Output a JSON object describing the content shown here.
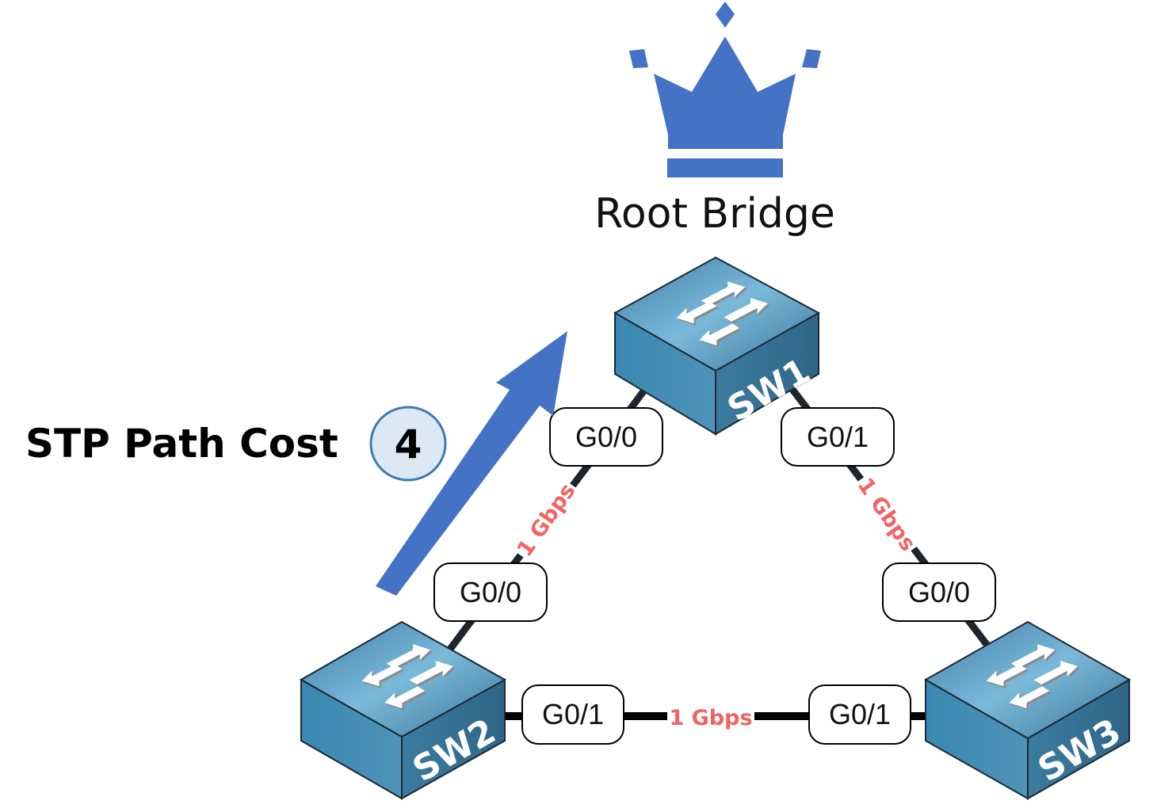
{
  "root_bridge": {
    "label": "Root Bridge",
    "icon": "crown-icon",
    "color": "#4472c4"
  },
  "path_cost": {
    "label": "STP Path Cost",
    "value": "4",
    "badge_fill": "#dde8f5",
    "badge_stroke": "#3d7ab5",
    "arrow_color": "#4472c4"
  },
  "switches": [
    {
      "id": "SW1",
      "label": "SW1"
    },
    {
      "id": "SW2",
      "label": "SW2"
    },
    {
      "id": "SW3",
      "label": "SW3"
    }
  ],
  "links": [
    {
      "from": "SW1",
      "to": "SW2",
      "from_port": "G0/0",
      "to_port": "G0/0",
      "speed": "1 Gbps"
    },
    {
      "from": "SW1",
      "to": "SW3",
      "from_port": "G0/1",
      "to_port": "G0/0",
      "speed": "1 Gbps"
    },
    {
      "from": "SW2",
      "to": "SW3",
      "from_port": "G0/1",
      "to_port": "G0/1",
      "speed": "1 Gbps"
    }
  ],
  "colors": {
    "link": "#1f252b",
    "speed": "#f26363",
    "switch_top": "#5a9cc0",
    "switch_side": "#3a7ea3"
  }
}
